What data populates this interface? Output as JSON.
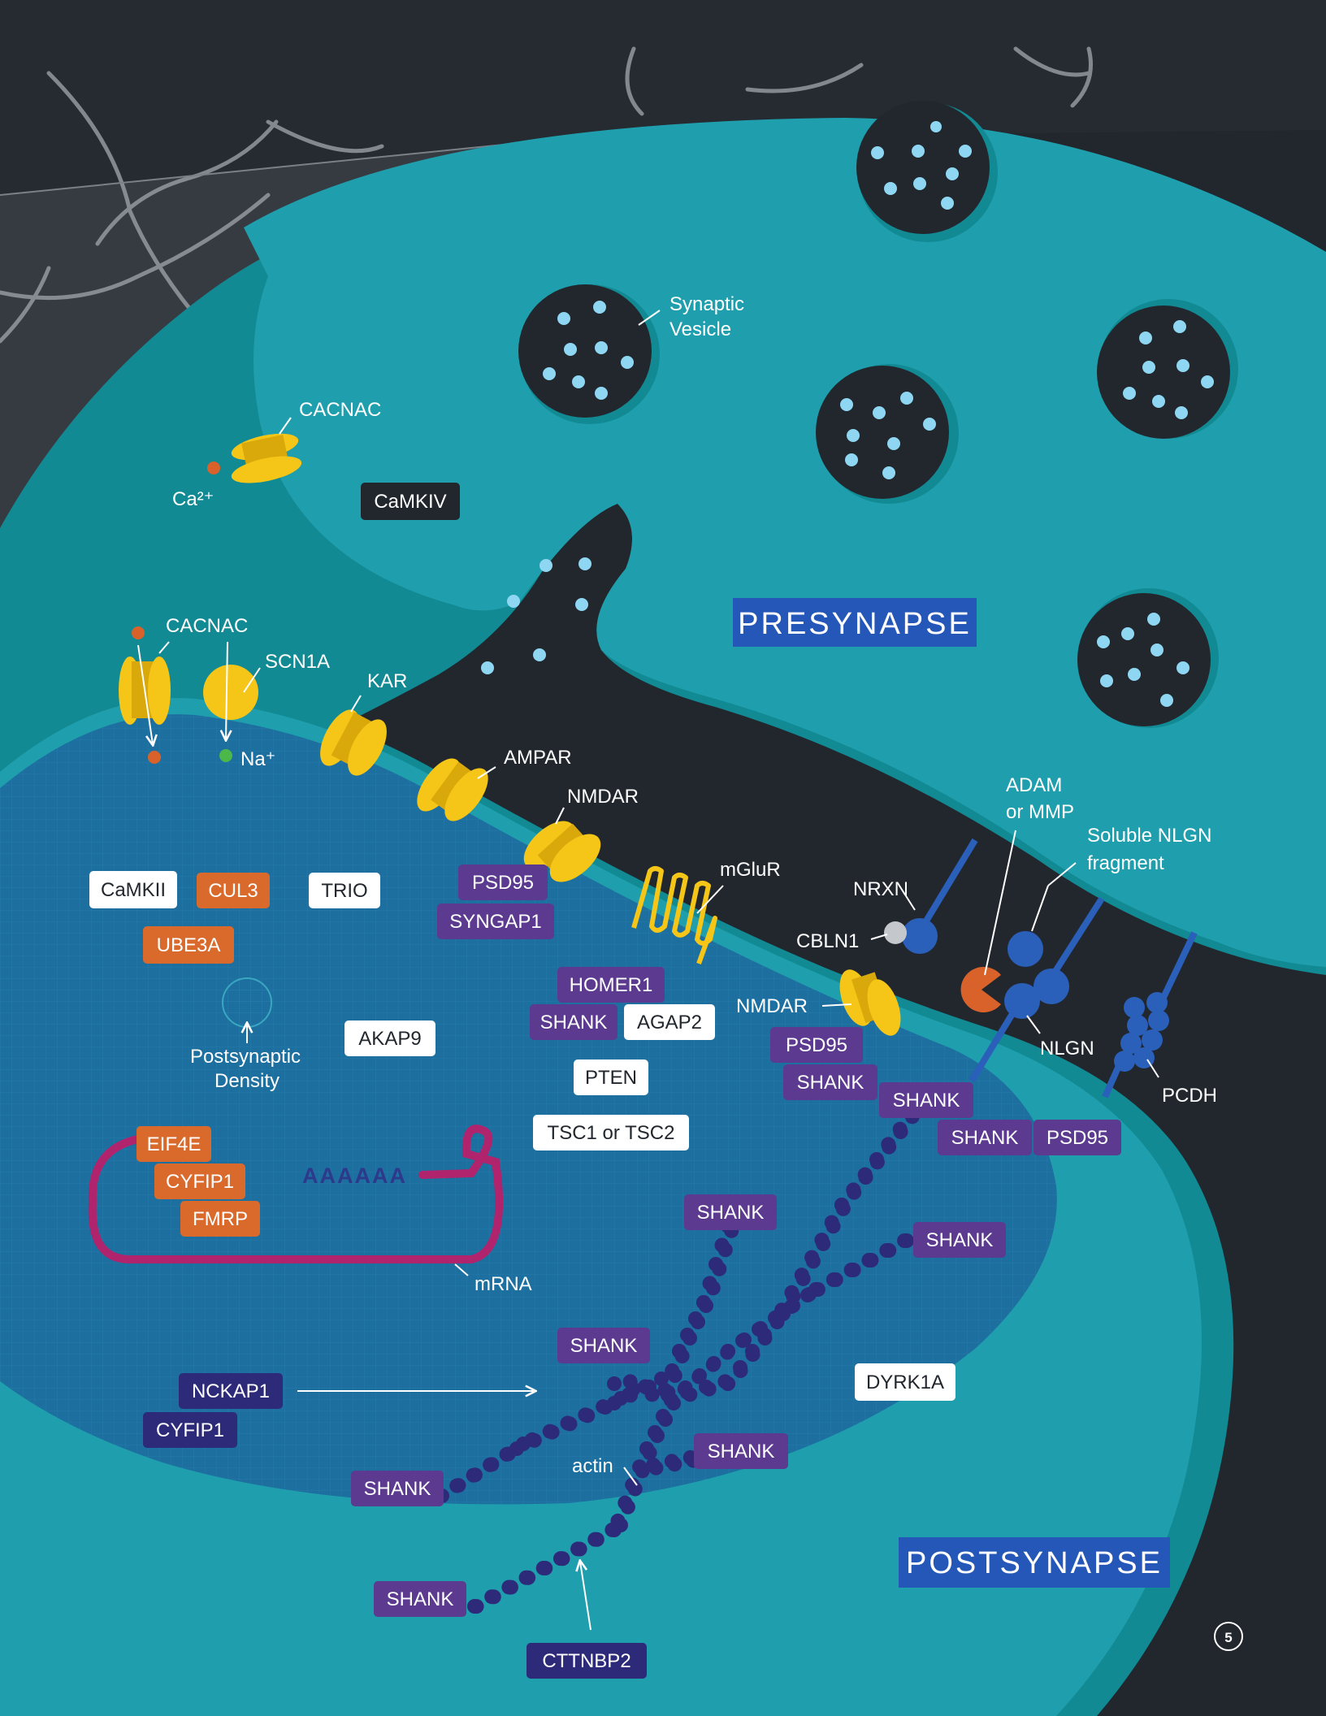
{
  "colors": {
    "background": "#22272e",
    "membrane": "#1f9fad",
    "membrane_dark": "#128a94",
    "density": "#1d6fa0",
    "vesicle": "#22272e",
    "vesicle_dot": "#8fd6f2",
    "channel": "#f5c518",
    "channel_shadow": "#d9a80b",
    "adhesion": "#2a5fba",
    "purple": "#5b3a8f",
    "navy": "#2d2a7a",
    "orange": "#d96a2c",
    "white": "#ffffff",
    "magenta": "#b0246d",
    "region_label": "#2457b8",
    "calcium": "#d9622b",
    "sodium": "#4cb84a"
  },
  "regions": {
    "presynapse": "PRESYNAPSE",
    "postsynapse": "POSTSYNAPSE"
  },
  "annotations": {
    "synaptic_vesicle_line1": "Synaptic",
    "synaptic_vesicle_line2": "Vesicle",
    "cacnac_top": "CACNAC",
    "ca_ion": "Ca²⁺",
    "cacnac_left": "CACNAC",
    "scn1a": "SCN1A",
    "na_ion": "Na⁺",
    "kar": "KAR",
    "ampar": "AMPAR",
    "nmdar_top": "NMDAR",
    "mglur": "mGluR",
    "nmdar_right": "NMDAR",
    "adam_line1": "ADAM",
    "adam_line2": "or MMP",
    "soluble_line1": "Soluble NLGN",
    "soluble_line2": "fragment",
    "nrxn": "NRXN",
    "cbln1": "CBLN1",
    "nlgn": "NLGN",
    "pcdh": "PCDH",
    "psd_line1": "Postsynaptic",
    "psd_line2": "Density",
    "mrna": "mRNA",
    "poly_a": "AAAAAA",
    "actin": "actin",
    "page_number": "5"
  },
  "boxes": {
    "camkiv": "CaMKIV",
    "camkii": "CaMKII",
    "cul3": "CUL3",
    "trio": "TRIO",
    "ube3a": "UBE3A",
    "psd95_a": "PSD95",
    "syngap1": "SYNGAP1",
    "homer1": "HOMER1",
    "shank_a": "SHANK",
    "agap2": "AGAP2",
    "akap9": "AKAP9",
    "pten": "PTEN",
    "tsc": "TSC1 or TSC2",
    "psd95_b": "PSD95",
    "shank_b": "SHANK",
    "shank_c": "SHANK",
    "shank_d": "SHANK",
    "psd95_c": "PSD95",
    "eif4e": "EIF4E",
    "cyfip1_a": "CYFIP1",
    "fmrp": "FMRP",
    "shank_e": "SHANK",
    "shank_f": "SHANK",
    "shank_g": "SHANK",
    "nckap1": "NCKAP1",
    "cyfip1_b": "CYFIP1",
    "dyrk1a": "DYRK1A",
    "shank_h": "SHANK",
    "shank_i": "SHANK",
    "shank_j": "SHANK",
    "cttnbp2": "CTTNBP2"
  }
}
